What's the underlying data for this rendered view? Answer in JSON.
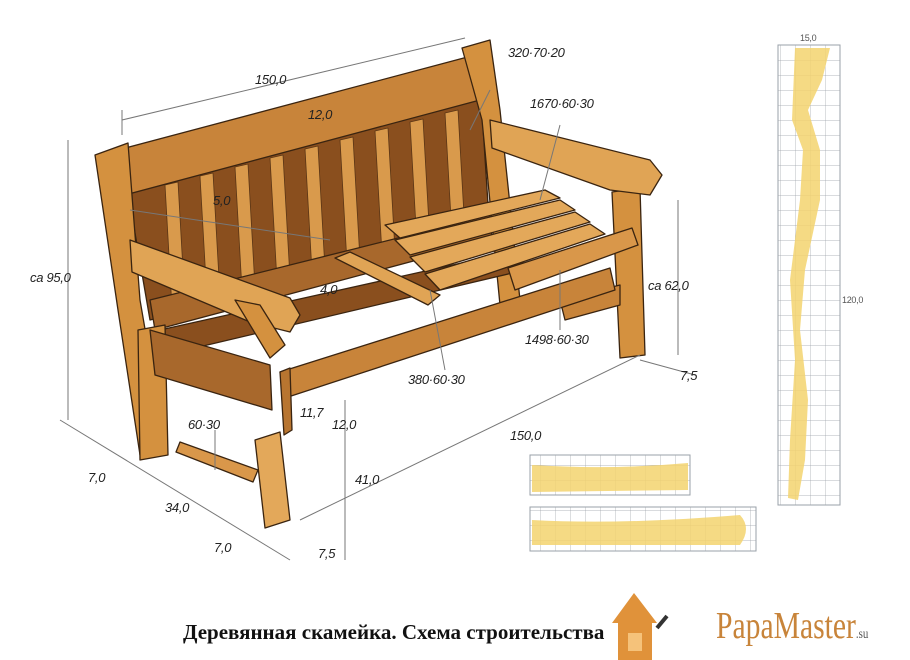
{
  "diagram": {
    "dimensions": {
      "back_length": "150,0",
      "back_rail_height": "12,0",
      "back_rail_section": "320·70·20",
      "seat_slat_section": "1670·60·30",
      "slat_gap": "5,0",
      "overall_height": "ca 95,0",
      "seat_offset": "4,0",
      "arm_height": "ca 62,0",
      "front_rail_section": "1498·60·30",
      "cross_bar_section": "380·60·30",
      "rear_offset": "7,5",
      "tenon_a": "11,7",
      "tenon_b": "12,0",
      "stretcher_section": "60·30",
      "base_length": "150,0",
      "leg_width": "7,0",
      "depth": "34,0",
      "seat_height": "41,0",
      "leg_width_2": "7,0",
      "leg_depth": "7,5",
      "template_width": "15,0",
      "template_height": "120,0"
    },
    "caption": "Деревянная скамейка. Схема строительства",
    "logo": {
      "name": "PapaMaster",
      "suffix": ".su"
    },
    "colors": {
      "wood": "#c8843a",
      "wood_dark": "#8a4f1e",
      "wood_light": "#e9b865",
      "template_fill": "#f3d36f",
      "grid": "#9aa0a8"
    }
  }
}
